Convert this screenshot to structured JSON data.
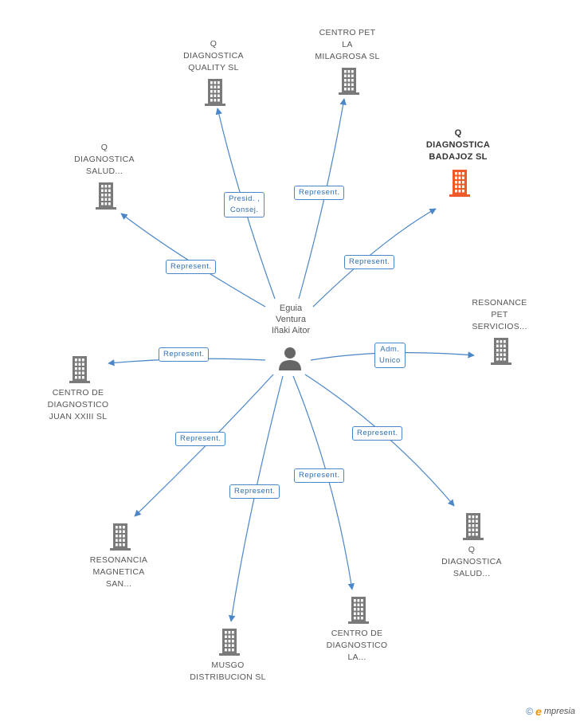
{
  "center": {
    "name": "Eguia\nVentura\nIñaki Aitor",
    "icon": "person-icon"
  },
  "nodes": [
    {
      "id": "q-diagnostica-quality",
      "label": "Q\nDIAGNOSTICA\nQUALITY  SL",
      "icon": "building-icon"
    },
    {
      "id": "centro-pet-milagrosa",
      "label": "CENTRO PET\nLA\nMILAGROSA  SL",
      "icon": "building-icon"
    },
    {
      "id": "q-diagnostica-badajoz",
      "label": "Q\nDIAGNOSTICA\nBADAJOZ  SL",
      "icon": "building-icon",
      "highlight": true
    },
    {
      "id": "q-diagnostica-salud-1",
      "label": "Q\nDIAGNOSTICA\nSALUD...",
      "icon": "building-icon"
    },
    {
      "id": "resonance-pet",
      "label": "RESONANCE\nPET\nSERVICIOS...",
      "icon": "building-icon"
    },
    {
      "id": "centro-juan-xxiii",
      "label": "CENTRO DE\nDIAGNOSTICO\nJUAN XXIII  SL",
      "icon": "building-icon"
    },
    {
      "id": "resonancia-magnetica",
      "label": "RESONANCIA\nMAGNETICA\nSAN...",
      "icon": "building-icon"
    },
    {
      "id": "q-diagnostica-salud-2",
      "label": "Q\nDIAGNOSTICA\nSALUD...",
      "icon": "building-icon"
    },
    {
      "id": "musgo-distribucion",
      "label": "MUSGO\nDISTRIBUCION SL",
      "icon": "building-icon"
    },
    {
      "id": "centro-diagnostico-la",
      "label": "CENTRO DE\nDIAGNOSTICO\nLA...",
      "icon": "building-icon"
    }
  ],
  "edges": [
    {
      "to": "q-diagnostica-quality",
      "label": "Presid. ,\nConsej."
    },
    {
      "to": "centro-pet-milagrosa",
      "label": "Represent."
    },
    {
      "to": "q-diagnostica-badajoz",
      "label": "Represent."
    },
    {
      "to": "q-diagnostica-salud-1",
      "label": "Represent."
    },
    {
      "to": "resonance-pet",
      "label": "Adm.\nUnico"
    },
    {
      "to": "centro-juan-xxiii",
      "label": "Represent."
    },
    {
      "to": "resonancia-magnetica",
      "label": "Represent."
    },
    {
      "to": "q-diagnostica-salud-2",
      "label": "Represent."
    },
    {
      "to": "musgo-distribucion",
      "label": "Represent."
    },
    {
      "to": "centro-diagnostico-la",
      "label": "Represent."
    }
  ],
  "colors": {
    "edge": "#4a86c8",
    "building": "#7a7a7a",
    "building_highlight": "#f05a28",
    "person": "#666666"
  },
  "footer": {
    "copyright": "©",
    "brand_initial": "e",
    "brand_rest": "mpresia"
  }
}
